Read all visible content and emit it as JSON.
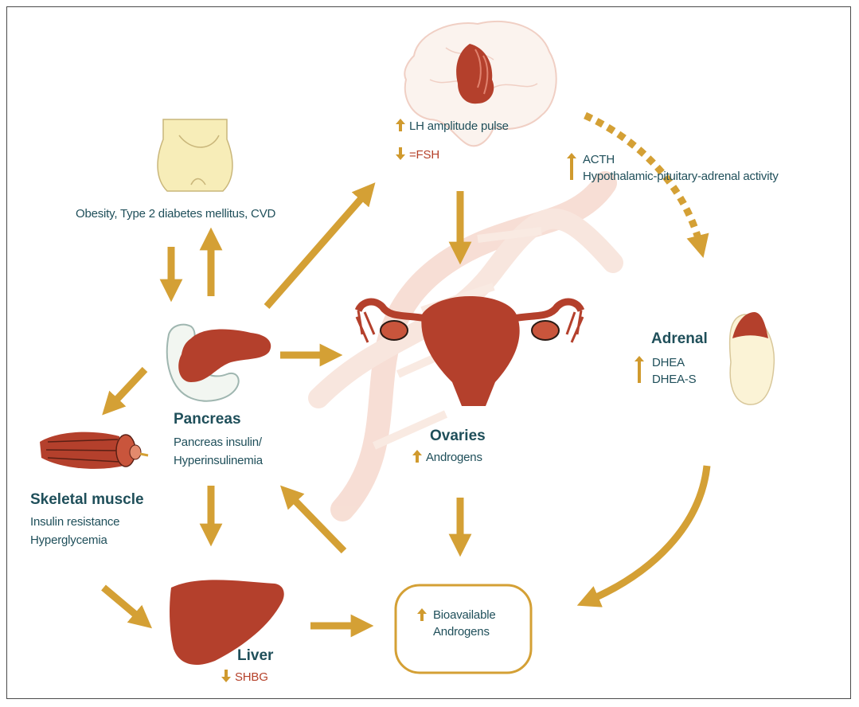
{
  "labels": {
    "obesity": "Obesity, Type 2 diabetes mellitus, CVD",
    "lh": "LH amplitude pulse",
    "fsh": "=FSH",
    "acth": "ACTH",
    "hpa": "Hypothalamic-pituitary-adrenal activity",
    "adrenal_title": "Adrenal",
    "dhea": "DHEA",
    "dheas": "DHEA-S",
    "pancreas_title": "Pancreas",
    "pancreas_line1": "Pancreas insulin/",
    "pancreas_line2": "Hyperinsulinemia",
    "ovaries_title": "Ovaries",
    "androgens": "Androgens",
    "muscle_title": "Skeletal muscle",
    "muscle_line1": "Insulin resistance",
    "muscle_line2": "Hyperglycemia",
    "bio_line1": "Bioavailable",
    "bio_line2": "Androgens",
    "liver_title": "Liver",
    "shbg": "SHBG"
  },
  "colors": {
    "arrow": "#d4a035",
    "organ_red": "#b4402c",
    "text": "#1f4f5a",
    "red_text": "#b5412a",
    "skin": "#f7edb8",
    "dna": "#f0c8b8"
  },
  "icons": [
    "brain-icon",
    "torso-icon",
    "pancreas-icon",
    "uterus-icon",
    "adrenal-icon",
    "muscle-icon",
    "liver-icon",
    "dna-icon"
  ]
}
